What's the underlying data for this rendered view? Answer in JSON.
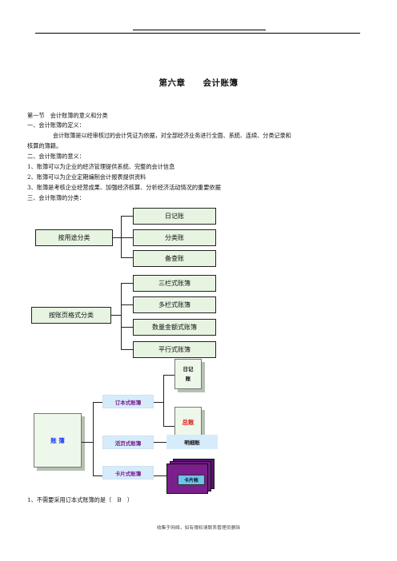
{
  "header": {
    "title_part1": "第六章",
    "title_part2": "会计账簿"
  },
  "body_lines": {
    "section": "第一节　会计账簿的意义和分类",
    "def_heading": "一、会计账簿的定义：",
    "def_line1": "会计账簿是以经审核过的会计凭证为依据，对全部经济业务进行全面、系统、连续、分类记录和",
    "def_line2": "核算的簿籍。",
    "meaning_heading": "二、会计账簿的意义：",
    "meaning_1": "1、账簿可以为企业的经济管理提供系统、完整的会计信息",
    "meaning_2": "2、账簿可以为企业定期编制会计报表提供资料",
    "meaning_3": "3、账簿是考核企业经营成果、加强经济核算、分析经济活动情况的重要依据",
    "class_heading": "三、会计账簿的分类："
  },
  "tree1": {
    "root": "按用途分类",
    "children": [
      "日记账",
      "分类账",
      "备查账"
    ]
  },
  "tree2": {
    "root": "按账页格式分类",
    "children": [
      "三栏式账簿",
      "多栏式账簿",
      "数量金额式账簿",
      "平行式账簿"
    ]
  },
  "diagram": {
    "root": "账 簿",
    "bound": "订本式账簿",
    "loose_leaf": "活页式账簿",
    "card": "卡片式账簿",
    "journal_line1": "日记",
    "journal_line2": "账",
    "general_ledger": "总账",
    "subsidiary_ledger": "明细账",
    "card_ledger": "卡片帐",
    "colors": {
      "blue": "#1a3cff",
      "red": "#e01818",
      "purple": "#7a1f8c",
      "green_fill": "#eef8ea",
      "light_blue": "#d6ecfb"
    }
  },
  "question": "1、不需要采用订本式账簿的是（　B　）",
  "footer": "收集于网络，如有侵权请联系管理员删除"
}
